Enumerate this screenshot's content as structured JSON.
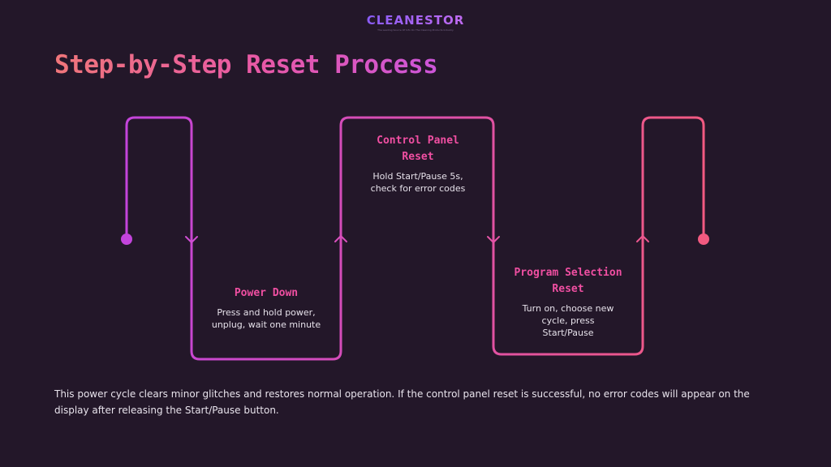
{
  "logo": {
    "text": "CLEANESTOR",
    "tagline": "The Leading Source Of Info On The Cleaning Products Industry"
  },
  "title": "Step-by-Step Reset Process",
  "steps": [
    {
      "title": "Power Down",
      "description": "Press and hold power, unplug, wait one minute"
    },
    {
      "title": "Control Panel Reset",
      "description": "Hold Start/Pause 5s, check for error codes"
    },
    {
      "title": "Program Selection Reset",
      "description": "Turn on, choose new cycle, press Start/Pause"
    }
  ],
  "caption": "This power cycle clears minor glitches and restores normal operation. If the control panel reset is successful, no error codes will appear on the display after releasing the Start/Pause button.",
  "colors": {
    "background": "#231729",
    "gradient_start": "#c344dc",
    "gradient_end": "#f25a80",
    "step_title": "#f04fa2",
    "body_text": "#e8e3ec"
  }
}
